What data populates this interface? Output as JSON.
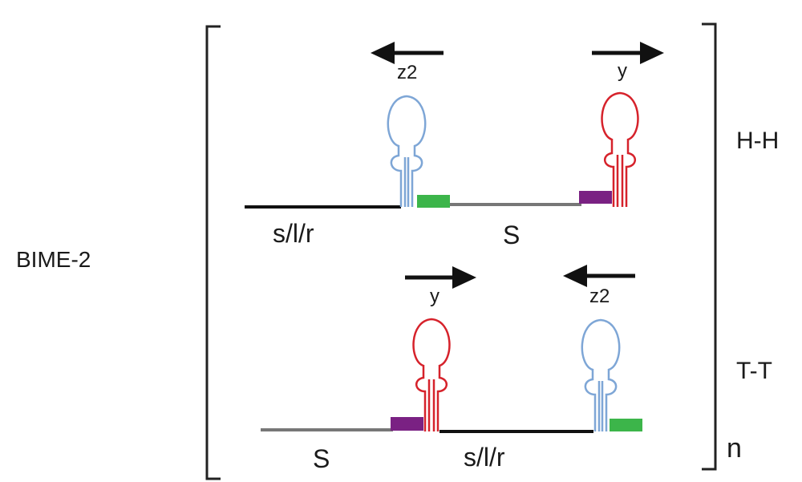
{
  "title": "BIME-2",
  "side_labels": {
    "top": "H-H",
    "bottom": "T-T",
    "repeat": "n"
  },
  "top_row": {
    "left_segment_label": "s/l/r",
    "right_segment_label": "S",
    "left_arrow_label": "z2",
    "right_arrow_label": "y"
  },
  "bottom_row": {
    "left_segment_label": "S",
    "right_segment_label": "s/l/r",
    "left_arrow_label": "y",
    "right_arrow_label": "z2"
  },
  "colors": {
    "z2_hairpin": "#7ea6d6",
    "y_hairpin": "#d6222b",
    "green_box": "#3cb54a",
    "purple_box": "#7a2183",
    "black_line": "#111111",
    "gray_line": "#777777",
    "bracket": "#222222"
  }
}
